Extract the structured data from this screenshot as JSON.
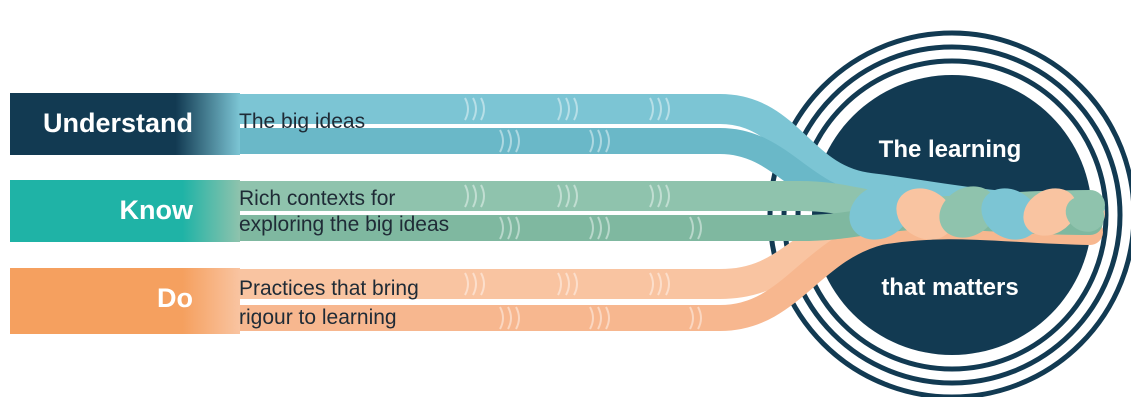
{
  "rows": [
    {
      "heading": "Understand",
      "description_lines": [
        "The big ideas"
      ],
      "color": "#7cc5d4",
      "label_color": "#123a52"
    },
    {
      "heading": "Know",
      "description_lines": [
        "Rich contexts for",
        "exploring the big ideas"
      ],
      "color": "#8fc3ad",
      "label_color": "#1fb3a6"
    },
    {
      "heading": "Do",
      "description_lines": [
        "Practices that bring",
        "rigour to learning"
      ],
      "color": "#f9c4a1",
      "label_color": "#f5a05f"
    }
  ],
  "circle": {
    "line1": "The learning",
    "line2": "that matters",
    "color": "#123a52"
  }
}
